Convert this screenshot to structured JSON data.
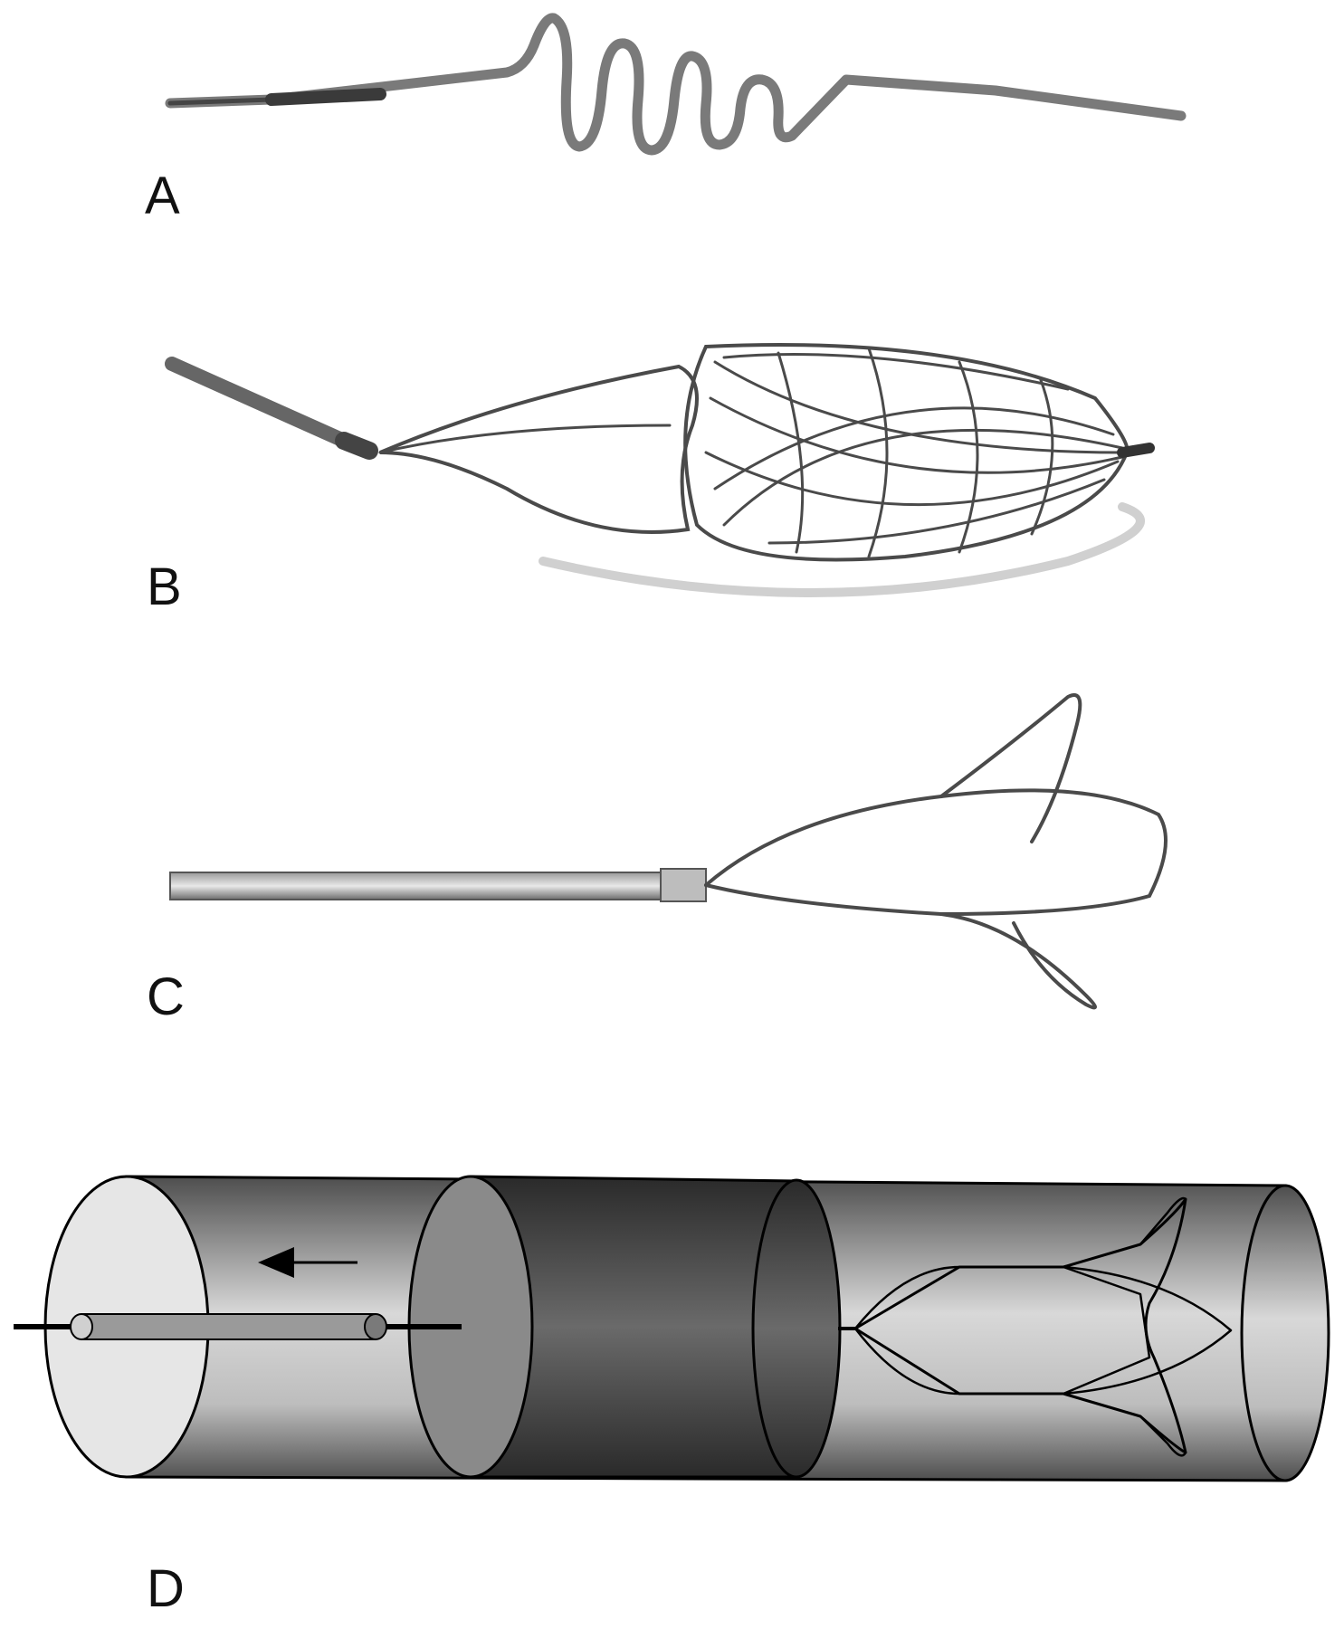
{
  "panels": [
    {
      "label": "A",
      "device": "helical-coil-wire"
    },
    {
      "label": "B",
      "device": "wire-mesh-basket"
    },
    {
      "label": "C",
      "device": "three-loop-snare"
    },
    {
      "label": "D",
      "device": "vessel-schematic-with-snare-and-catheter"
    }
  ],
  "colors": {
    "wire": "#555555",
    "vessel_light": "#e4e4e4",
    "vessel_mid": "#8a8a8a",
    "occlusion_dark": "#3a3a3a",
    "outline": "#000000"
  },
  "icons": [
    "left-arrow-icon"
  ]
}
